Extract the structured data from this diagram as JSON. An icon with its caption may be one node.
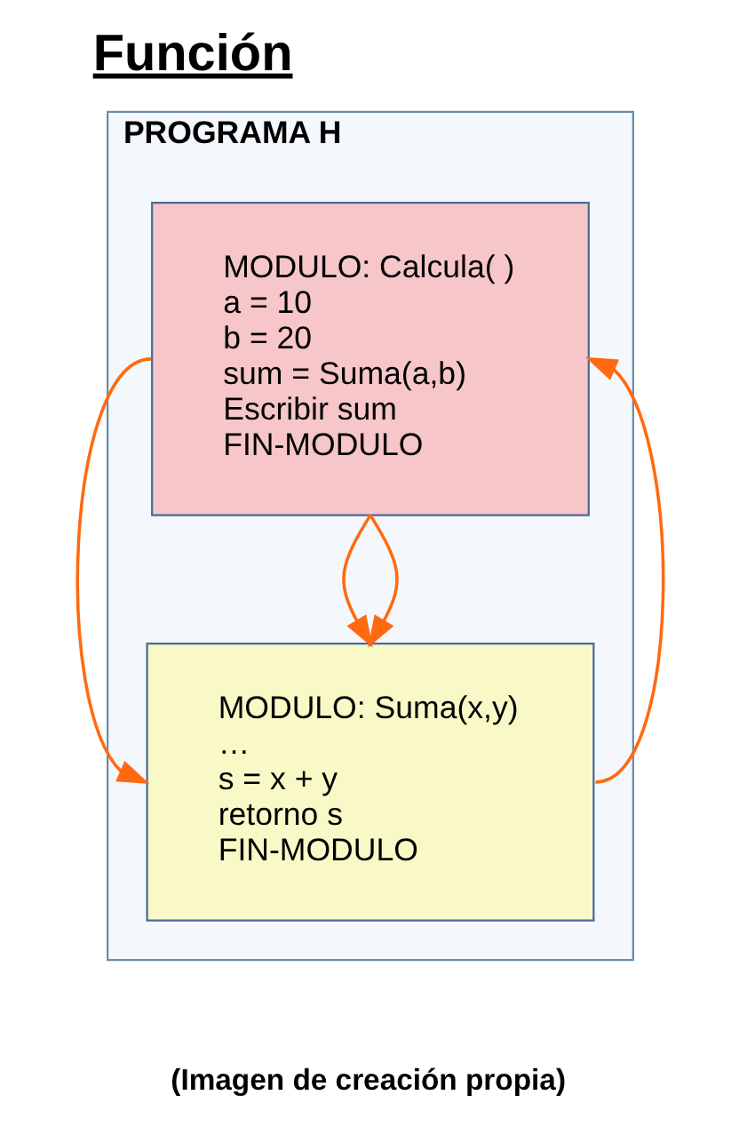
{
  "diagram": {
    "title": "Función",
    "caption": "(Imagen de creación propia)",
    "nodes": [
      {
        "text": [
          "PROGRAMA H"
        ]
      },
      {
        "text": [
          "MODULO: Calcula( )",
          "a = 10",
          "b = 20",
          "sum = Suma(a,b)",
          "Escribir sum",
          "FIN-MODULO"
        ],
        "in": 0
      },
      {
        "text": [
          "MODULO: Suma(x,y)",
          "…",
          "s = x + y",
          "retorno s",
          "FIN-MODULO"
        ],
        "in": 0
      }
    ],
    "edges": [
      {
        "from": 1,
        "to": 2,
        "arrow": "to"
      },
      {
        "from": 1,
        "to": 2,
        "arrow": "to"
      },
      {
        "from": 1,
        "to": 2,
        "arrow": "to"
      },
      {
        "from": 2,
        "to": 1,
        "arrow": "to"
      }
    ]
  }
}
